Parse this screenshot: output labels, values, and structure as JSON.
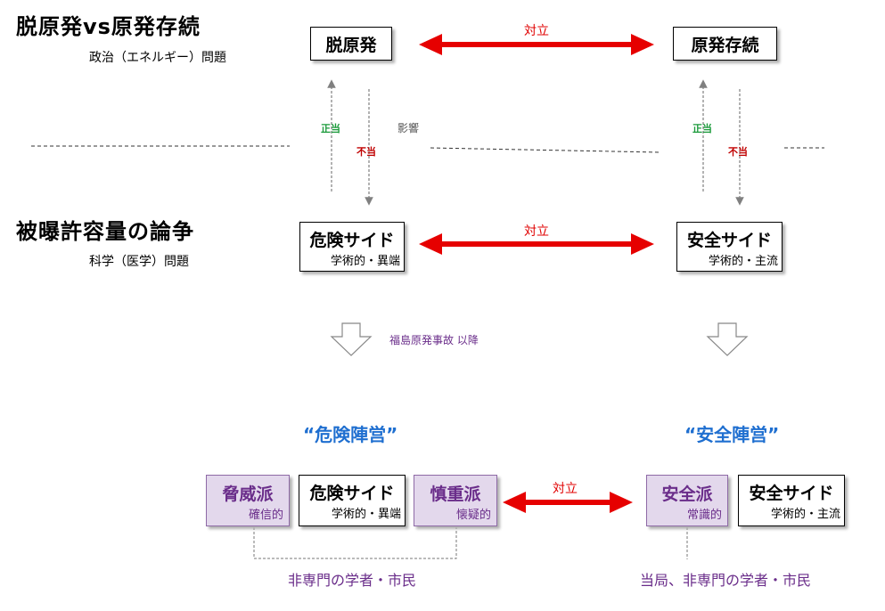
{
  "top": {
    "title": "脱原発vs原発存続",
    "subtitle": "政治（エネルギー）問題",
    "box_left": "脱原発",
    "box_right": "原発存続",
    "conflict": "対立"
  },
  "middle": {
    "title": "被曝許容量の論争",
    "subtitle": "科学（医学）問題",
    "danger_box": {
      "title": "危険サイド",
      "sub": "学術的・異端"
    },
    "safe_box": {
      "title": "安全サイド",
      "sub": "学術的・主流"
    },
    "conflict": "対立"
  },
  "links": {
    "justified": "正当",
    "unjustified": "不当",
    "influence": "影響"
  },
  "transition": "福島原発事故 以降",
  "bottom": {
    "danger_camp": "“危険陣営”",
    "safe_camp": "“安全陣営”",
    "threat_box": {
      "title": "脅威派",
      "sub": "確信的"
    },
    "danger_box": {
      "title": "危険サイド",
      "sub": "学術的・異端"
    },
    "caution_box": {
      "title": "慎重派",
      "sub": "懐疑的"
    },
    "safe_faction_box": {
      "title": "安全派",
      "sub": "常識的"
    },
    "safe_box": {
      "title": "安全サイド",
      "sub": "学術的・主流"
    },
    "conflict": "対立",
    "left_members": "非専門の学者・市民",
    "right_members": "当局、非専門の学者・市民"
  },
  "colors": {
    "conflict_arrow": "#e60000",
    "camp_blue": "#1f6fd0",
    "purple": "#6a2d8a",
    "purple_fill": "#e3d8ec",
    "green": "#1a9a3a"
  }
}
